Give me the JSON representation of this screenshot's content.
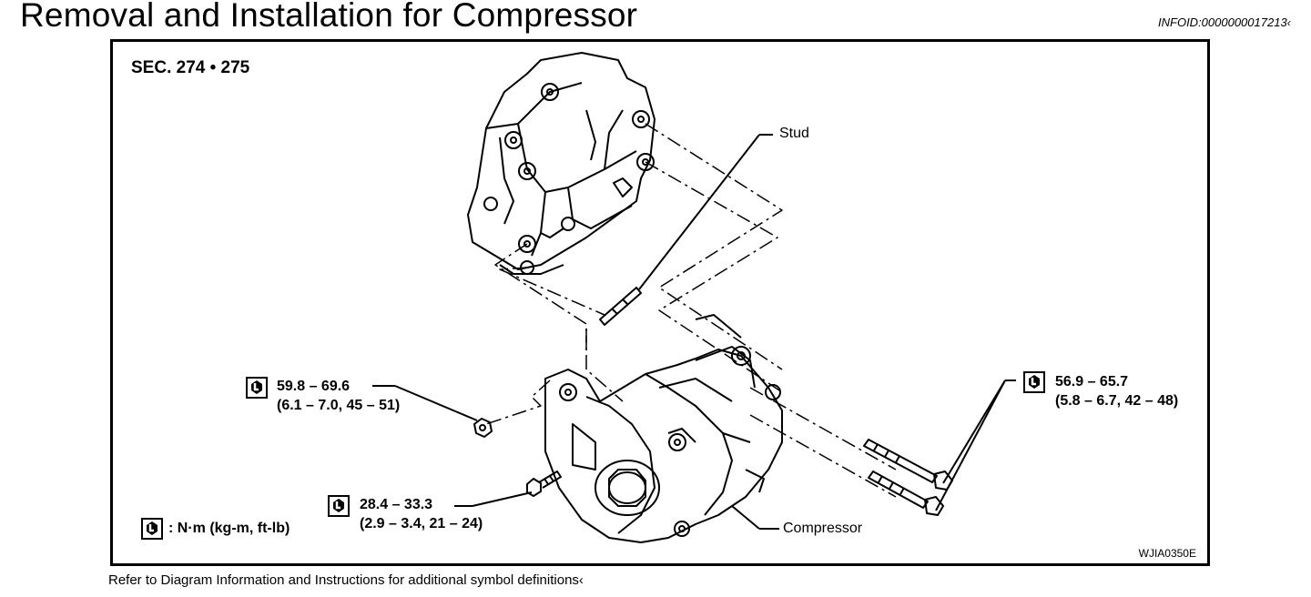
{
  "page": {
    "title": "Removal and Installation for Compressor",
    "info_id": "INFOID:0000000017213‹",
    "footer": "Refer to Diagram Information and Instructions for additional symbol definitions‹"
  },
  "diagram": {
    "section": "SEC. 274 • 275",
    "labels": {
      "stud": "Stud",
      "compressor": "Compressor"
    },
    "torques": [
      {
        "nm": "59.8 – 69.6",
        "alt": "(6.1 – 7.0, 45 – 51)"
      },
      {
        "nm": "28.4 – 33.3",
        "alt": "(2.9 – 3.4, 21 – 24)"
      },
      {
        "nm": "56.9 – 65.7",
        "alt": "(5.8 – 6.7, 42 – 48)"
      }
    ],
    "legend": ": N·m (kg-m, ft-lb)",
    "figure_code": "WJIA0350E",
    "icons": [
      "torque-wrench-icon"
    ]
  }
}
